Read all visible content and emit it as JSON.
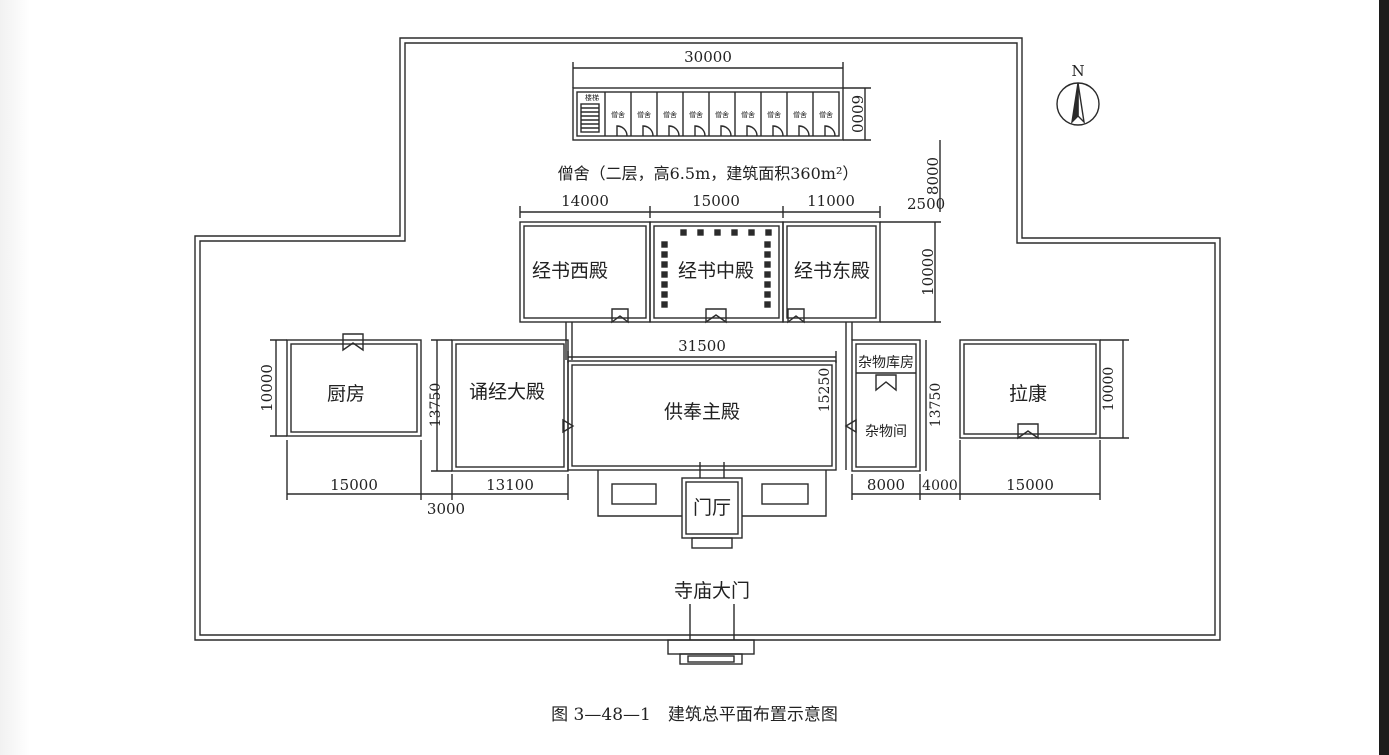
{
  "caption": "图 3—48—1　建筑总平面布置示意图",
  "north": "N",
  "dims": {
    "monk_width": "30000",
    "monk_depth": "6000",
    "gap_north": "8000",
    "west_hall_w": "14000",
    "middle_hall_w": "15000",
    "east_hall_w": "11000",
    "east_offset": "2500",
    "sutra_depth": "10000",
    "main_width": "31500",
    "main_depth": "15250",
    "kitchen_depth": "10000",
    "chant_depth": "13750",
    "store_depth": "13750",
    "lakang_depth": "10000",
    "kitchen_w": "15000",
    "gap_west": "3000",
    "chant_w": "13100",
    "store_w": "8000",
    "gap_east": "4000",
    "lakang_w": "15000"
  },
  "rooms": {
    "monk_caption": "僧舍（二层，高6.5m，建筑面积360m²）",
    "monk_cell": "僧舍",
    "stair": "楼梯",
    "west_sutra": "经书西殿",
    "middle_sutra": "经书中殿",
    "east_sutra": "经书东殿",
    "kitchen": "厨房",
    "chant_hall": "诵经大殿",
    "main_hall": "供奉主殿",
    "storeroom": "杂物库房",
    "sundries": "杂物间",
    "lakang": "拉康",
    "lobby": "门厅",
    "temple_gate": "寺庙大门"
  }
}
